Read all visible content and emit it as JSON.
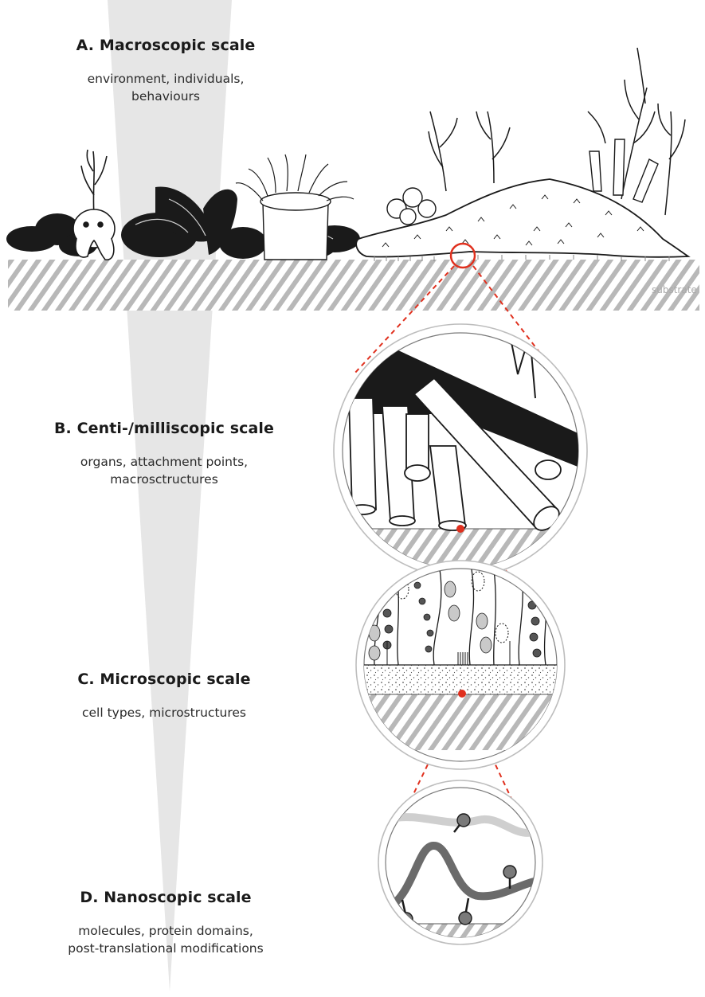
{
  "scales": [
    {
      "id": "a",
      "title": "A. Macroscopic scale",
      "description_lines": [
        "environment, individuals,",
        "behaviours"
      ]
    },
    {
      "id": "b",
      "title": "B. Centi-/milliscopic scale",
      "description_lines": [
        "organs, attachment points,",
        "macrosctructures"
      ]
    },
    {
      "id": "c",
      "title": "C. Microscopic scale",
      "description_lines": [
        "cell types, microstructures"
      ]
    },
    {
      "id": "d",
      "title": "D. Nanoscopic scale",
      "description_lines": [
        "molecules, protein domains,",
        "post-translational modifications"
      ]
    }
  ],
  "substrate_label": "substrate",
  "colors": {
    "accent_red": "#e0301e",
    "wedge_gray": "#e4e4e4",
    "hatch_gray": "#b5b5b5",
    "ink": "#1a1a1a"
  }
}
